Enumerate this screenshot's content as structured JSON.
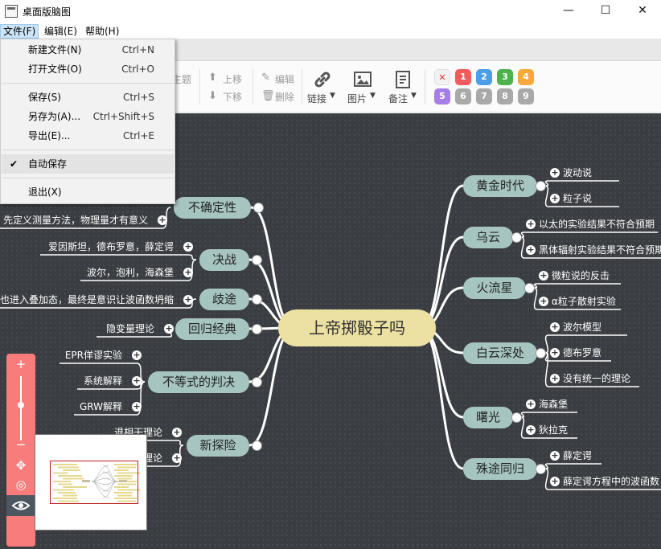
{
  "window": {
    "title": "桌面版脑图",
    "minimize_glyph": "—",
    "maximize_glyph": "☐",
    "close_glyph": "✕"
  },
  "menubar": {
    "file": "文件(F)",
    "edit": "编辑(E)",
    "help": "帮助(H)"
  },
  "file_menu": {
    "new": {
      "label": "新建文件(N)",
      "shortcut": "Ctrl+N"
    },
    "open": {
      "label": "打开文件(O)",
      "shortcut": "Ctrl+O"
    },
    "save": {
      "label": "保存(S)",
      "shortcut": "Ctrl+S"
    },
    "save_as": {
      "label": "另存为(A)...",
      "shortcut": "Ctrl+Shift+S"
    },
    "export": {
      "label": "导出(E)...",
      "shortcut": "Ctrl+E"
    },
    "autosave": {
      "label": "自动保存",
      "checked": true
    },
    "exit": {
      "label": "退出(X)"
    }
  },
  "toolbar": {
    "topic_partial": "主题",
    "move_up": "上移",
    "move_down": "下移",
    "edit": "编辑",
    "delete": "删除",
    "link": "链接",
    "image": "图片",
    "note": "备注",
    "priorities": [
      {
        "label": "✕",
        "color": "#f3f3f3",
        "text_color": "#d33"
      },
      {
        "label": "1",
        "color": "#f25b5b"
      },
      {
        "label": "2",
        "color": "#4b9ee8"
      },
      {
        "label": "3",
        "color": "#4cb34c"
      },
      {
        "label": "4",
        "color": "#f7a93b"
      },
      {
        "label": "5",
        "color": "#a77de8"
      },
      {
        "label": "6",
        "color": "#a9a9a9"
      },
      {
        "label": "7",
        "color": "#a9a9a9"
      },
      {
        "label": "8",
        "color": "#a9a9a9"
      },
      {
        "label": "9",
        "color": "#a9a9a9"
      }
    ]
  },
  "mindmap": {
    "root": "上帝掷骰子吗",
    "right": [
      {
        "title": "黄金时代",
        "children": [
          "波动说",
          "粒子说"
        ]
      },
      {
        "title": "乌云",
        "children": [
          "以太的实验结果不符合预期",
          "黑体辐射实验结果不符合预期"
        ]
      },
      {
        "title": "火流星",
        "children": [
          "微粒说的反击",
          "α粒子散射实验"
        ]
      },
      {
        "title": "白云深处",
        "children": [
          "波尔模型",
          "德布罗意",
          "没有统一的理论"
        ]
      },
      {
        "title": "曙光",
        "children": [
          "海森堡",
          "狄拉克"
        ]
      },
      {
        "title": "殊途同归",
        "children": [
          "薛定谔",
          "薛定谔方程中的波函数"
        ]
      }
    ],
    "left": [
      {
        "title": "不确定性",
        "children": [
          "先定义测量方法，物理量才有意义"
        ]
      },
      {
        "title": "决战",
        "children": [
          "爱因斯坦，德布罗意，薛定谔",
          "波尔，泡利，海森堡"
        ]
      },
      {
        "title": "歧途",
        "children": [
          "也进入叠加态，最终是意识让波函数坍缩"
        ]
      },
      {
        "title": "回归经典",
        "children": [
          "隐变量理论"
        ]
      },
      {
        "title": "不等式的判决",
        "children": [
          "EPR佯谬实验",
          "系统解释",
          "GRW解释"
        ]
      },
      {
        "title": "新探险",
        "children": [
          "退相干理论",
          "理论"
        ]
      }
    ]
  },
  "zoom": {
    "zoom_in_icon": "+",
    "zoom_out_icon": "−",
    "level": 0.55
  }
}
